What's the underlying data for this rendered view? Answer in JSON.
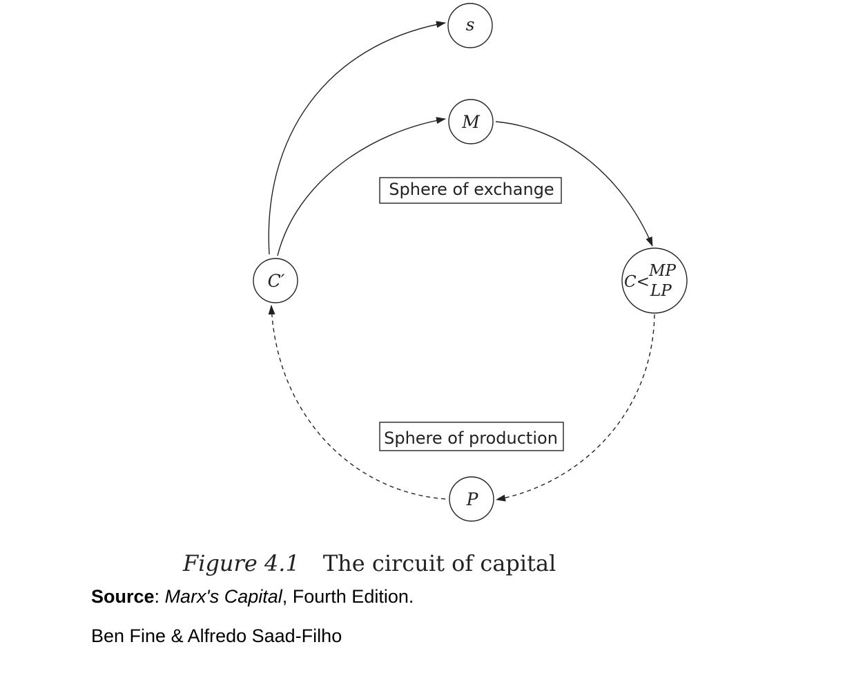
{
  "diagram": {
    "nodes": {
      "s": "s",
      "m": "M",
      "c_prime": "C′",
      "c": "C<",
      "mp": "MP",
      "lp": "LP",
      "p": "P"
    },
    "boxes": {
      "exchange": "Sphere of exchange",
      "production": "Sphere of production"
    }
  },
  "caption": {
    "figure_number": "Figure 4.1",
    "title": "The circuit of capital"
  },
  "source": {
    "label": "Source",
    "colon": ": ",
    "book": "Marx's Capital",
    "edition": ", Fourth Edition.",
    "authors": "Ben Fine & Alfredo Saad-Filho"
  }
}
